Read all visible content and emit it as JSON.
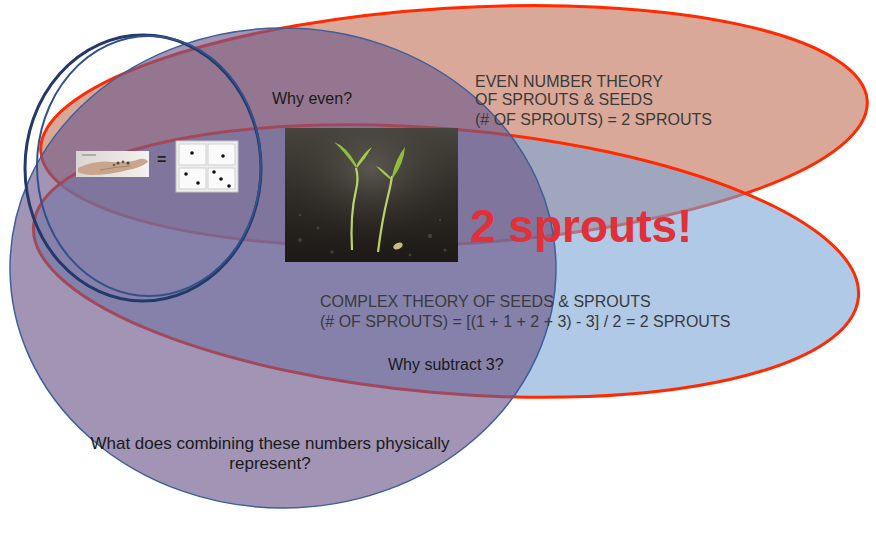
{
  "diagram": {
    "nodes": [
      {
        "text": [
          "EVEN NUMBER THEORY OF SPROUTS & SEEDS",
          "(# OF SPROUTS) = 2 SPROUTS"
        ]
      },
      {
        "text": [
          "COMPLEX THEORY OF SEEDS & SPROUTS",
          "(# OF SPROUTS) = [(1 + 1 + 2 + 3) - 3] / 2 = 2 SPROUTS"
        ]
      },
      {
        "text": [
          "What does combining these numbers physically represent?"
        ]
      }
    ],
    "labels": [
      "Why even?",
      "=",
      "2 sprouts!",
      "Why subtract 3?"
    ]
  }
}
